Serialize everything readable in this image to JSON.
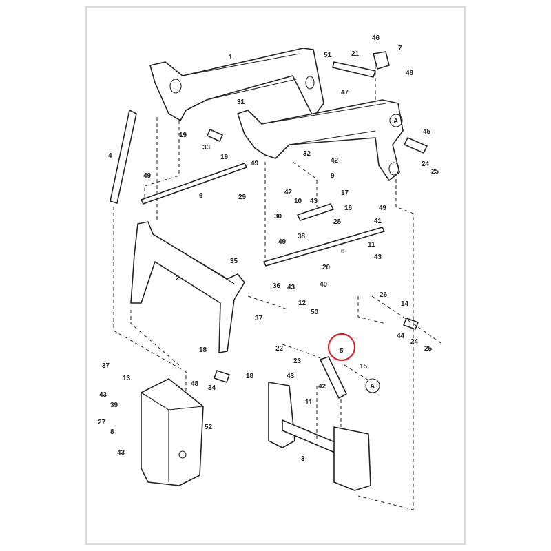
{
  "diagram": {
    "title": "Loader arm / lift frame exploded parts diagram",
    "highlight_color": "#d9232a",
    "highlighted_part": "5",
    "reference_marker": "A",
    "labels": [
      "1",
      "51",
      "21",
      "46",
      "7",
      "48",
      "47",
      "31",
      "45",
      "19",
      "33",
      "19",
      "4",
      "32",
      "42",
      "49",
      "49",
      "9",
      "6",
      "29",
      "42",
      "10",
      "43",
      "17",
      "16",
      "30",
      "28",
      "24",
      "25",
      "49",
      "41",
      "38",
      "11",
      "6",
      "49",
      "43",
      "35",
      "20",
      "2",
      "40",
      "36",
      "43",
      "12",
      "37",
      "50",
      "26",
      "14",
      "44",
      "24",
      "25",
      "22",
      "5",
      "23",
      "15",
      "18",
      "18",
      "48",
      "34",
      "37",
      "13",
      "43",
      "43",
      "42",
      "11",
      "39",
      "27",
      "8",
      "43",
      "52",
      "3"
    ]
  }
}
